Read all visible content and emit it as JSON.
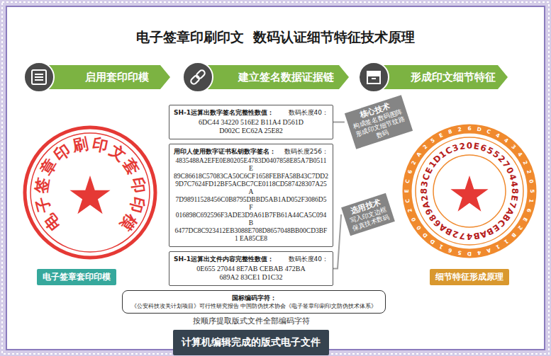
{
  "diagram": {
    "title": "电子签章印刷印文  数码认证细节特征技术原理",
    "nodes": [
      {
        "text": [
          "启用套印印模"
        ]
      },
      {
        "text": [
          "建立签名数据证据链"
        ]
      },
      {
        "text": [
          "形成印文细节特征"
        ]
      },
      {
        "text": [
          "SH-1运算出数字签名完整性数值：",
          "数码长度40：",
          "6DC44 34220 516E2 B11A4 D561D D002C EC62A 25E82"
        ]
      },
      {
        "text": [
          "核心技术",
          "构成签名数码图阵 形成印文细节纹路数码"
        ]
      },
      {
        "text": [
          "用印人使用数字证书私钥数字签名：",
          "数码长度256：",
          "4835488A2EFE0E80205E4783D0407858E85A7B0511E 89C86618C57083CA50C6CF1658FEBFA58B43C7DD2 9D7C7624FD12BF5ACBC7CE0118CD587428307A25A 7D98911528456C0B8795DBBD5AB1AD052F3086D5F 016898C692596F3ADE3D9A61B7FB61A44CA5C094B 6477DC8C923412EB3088E708D8657048BB00CD3BF1 EA85CE8"
        ]
      },
      {
        "text": [
          "选用技术",
          "写入印文边框 保真技术数码"
        ]
      },
      {
        "text": [
          "SH-1运算出文件内容完整性数值：",
          "数码长度40：",
          "0E655 27044 8E7AB CEBAB 472BA 689A2 83CE1 D1C32"
        ]
      },
      {
        "text": [
          "电子签章套印印模"
        ]
      },
      {
        "text": [
          "国标编码字符：",
          "《公安科技攻关计划项目》可行性研究报告 中国防伪技术协会《电子签章印刷印文防伪技术体系》"
        ]
      },
      {
        "text": [
          "细节特征形成原理"
        ]
      },
      {
        "text": [
          "计算机编辑完成的版式电子文件"
        ]
      }
    ],
    "edges": [
      {
        "from": 3,
        "to": 4,
        "arrow": "none"
      },
      {
        "from": 7,
        "to": 6,
        "arrow": "none"
      }
    ],
    "labels": [
      "电子签章印刷印文套印印模",
      "6DC4434220516E2B11A4D561DD002CEC62A25E82",
      "0E655270448E7ABCEBAB472BA689A283CE1D1C32",
      "按顺序提取版式文件全部编码字符"
    ]
  }
}
